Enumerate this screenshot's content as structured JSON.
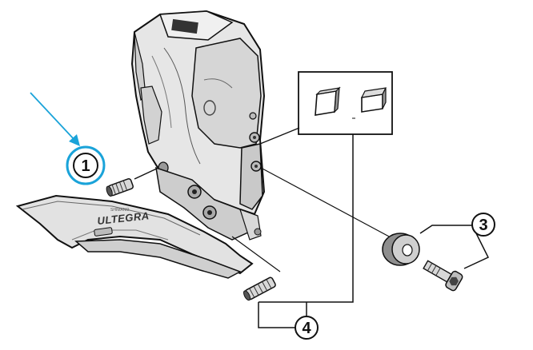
{
  "callouts": [
    {
      "number": "1",
      "highlighted": true
    },
    {
      "number": "3",
      "highlighted": false
    },
    {
      "number": "4",
      "highlighted": false
    }
  ],
  "parts": {
    "brand_label": "ULTEGRA",
    "brand_small": "SHIMANO"
  },
  "colors": {
    "highlight": "#1aa3d9",
    "line": "#111111",
    "body_fill": "#e6e6e6",
    "body_shade": "#bdbdbd"
  }
}
